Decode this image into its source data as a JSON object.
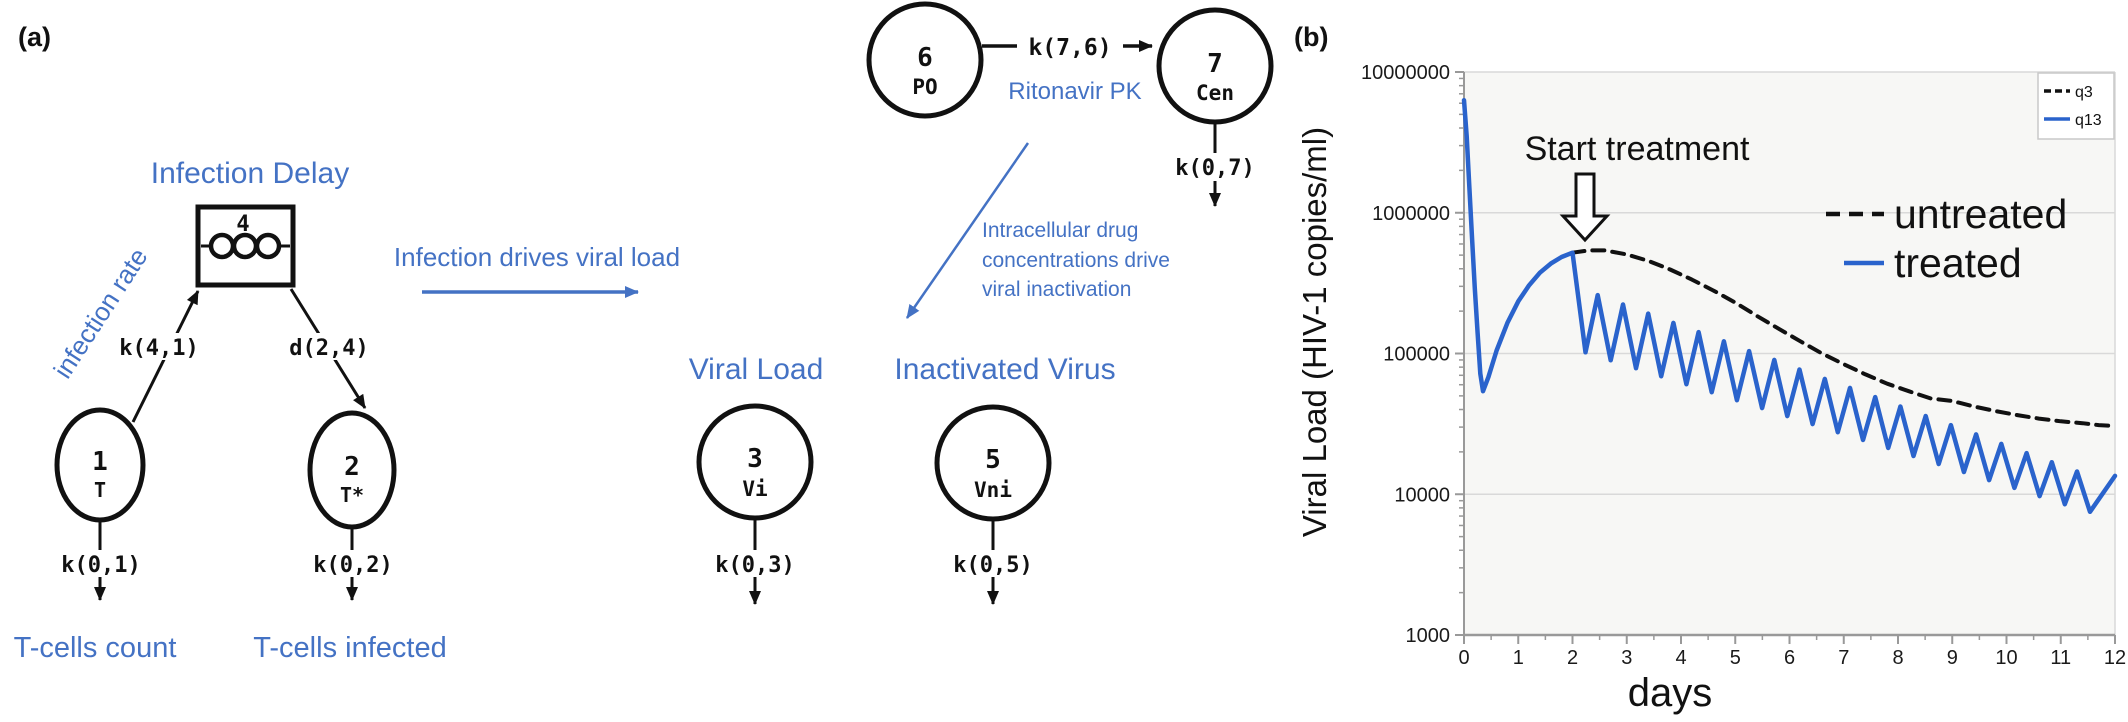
{
  "panel_a": {
    "label": "(a)",
    "titles": {
      "infection_delay": "Infection Delay",
      "viral_load": "Viral Load",
      "inactivated_virus": "Inactivated Virus",
      "t_cells_count": "T-cells count",
      "t_cells_infected": "T-cells infected"
    },
    "annotations": {
      "infection_rate": "infection rate",
      "infection_drives": "Infection drives viral load",
      "ritonavir_pk": "Ritonavir PK",
      "intracellular_line1": "Intracellular drug",
      "intracellular_line2": "concentrations drive",
      "intracellular_line3": "viral inactivation"
    },
    "nodes": {
      "n1": {
        "num": "1",
        "sub": "T"
      },
      "n2": {
        "num": "2",
        "sub": "T*"
      },
      "n3": {
        "num": "3",
        "sub": "Vi"
      },
      "n5": {
        "num": "5",
        "sub": "Vni"
      },
      "n6": {
        "num": "6",
        "sub": "PO"
      },
      "n7": {
        "num": "7",
        "sub": "Cen"
      },
      "delay_box": {
        "num": "4"
      }
    },
    "rates": {
      "k41": "k(4,1)",
      "d24": "d(2,4)",
      "k01": "k(0,1)",
      "k02": "k(0,2)",
      "k03": "k(0,3)",
      "k05": "k(0,5)",
      "k76": "k(7,6)",
      "k07": "k(0,7)"
    },
    "colors": {
      "accent": "#4472C4",
      "ink": "#111111"
    }
  },
  "panel_b": {
    "label": "(b)"
  },
  "chart_data": {
    "type": "line",
    "title": "",
    "xlabel": "days",
    "ylabel": "Viral Load (HIV-1 copies/ml)",
    "x_range": [
      0,
      12
    ],
    "y_scale": "log10",
    "y_range": [
      1000,
      10000000
    ],
    "x_ticks": [
      0,
      1,
      2,
      3,
      4,
      5,
      6,
      7,
      8,
      9,
      10,
      11,
      12
    ],
    "x_minor_step": 0.5,
    "y_ticks": [
      10000000,
      1000000,
      100000,
      10000,
      1000
    ],
    "grid": "horizontal-decades",
    "colors": {
      "treated": "#2a63cc",
      "untreated": "#111111",
      "grid": "#d9d9d9",
      "axis": "#999999",
      "plot_bg": "#f7f7f5"
    },
    "legend": {
      "position": "top-right",
      "entries": [
        {
          "label": "q3",
          "style": "dashed",
          "color": "#111111"
        },
        {
          "label": "q13",
          "style": "solid",
          "color": "#2a63cc"
        }
      ]
    },
    "annotations": {
      "start_treatment": "Start treatment",
      "untreated_label": "untreated",
      "treated_label": "treated"
    },
    "series": [
      {
        "name": "q3",
        "label": "untreated",
        "style": "dashed",
        "color": "#111111",
        "points": [
          [
            2.0,
            520000
          ],
          [
            2.3,
            540000
          ],
          [
            2.6,
            540000
          ],
          [
            3.0,
            505000
          ],
          [
            3.4,
            455000
          ],
          [
            3.8,
            395000
          ],
          [
            4.2,
            335000
          ],
          [
            4.6,
            280000
          ],
          [
            5.0,
            230000
          ],
          [
            5.4,
            185000
          ],
          [
            5.8,
            150000
          ],
          [
            6.2,
            122000
          ],
          [
            6.6,
            100000
          ],
          [
            7.0,
            84000
          ],
          [
            7.4,
            71000
          ],
          [
            7.8,
            61000
          ],
          [
            8.2,
            54000
          ],
          [
            8.6,
            48000
          ],
          [
            9.0,
            46000
          ],
          [
            9.4,
            42000
          ],
          [
            9.8,
            39000
          ],
          [
            10.2,
            36500
          ],
          [
            10.6,
            34500
          ],
          [
            11.0,
            33000
          ],
          [
            11.4,
            32000
          ],
          [
            11.7,
            31000
          ],
          [
            12.0,
            30500
          ]
        ]
      },
      {
        "name": "q13",
        "label": "treated",
        "style": "solid",
        "color": "#2a63cc",
        "points": [
          [
            0,
            6300000
          ],
          [
            0.05,
            3500000
          ],
          [
            0.1,
            1500000
          ],
          [
            0.15,
            650000
          ],
          [
            0.2,
            290000
          ],
          [
            0.25,
            140000
          ],
          [
            0.3,
            72000
          ],
          [
            0.35,
            54000
          ],
          [
            0.45,
            68000
          ],
          [
            0.6,
            105000
          ],
          [
            0.8,
            165000
          ],
          [
            1.0,
            235000
          ],
          [
            1.2,
            305000
          ],
          [
            1.4,
            375000
          ],
          [
            1.6,
            435000
          ],
          [
            1.8,
            485000
          ],
          [
            2.0,
            520000
          ],
          [
            2.24,
            102000
          ],
          [
            2.465,
            260000
          ],
          [
            2.705,
            89500
          ],
          [
            2.93,
            223000
          ],
          [
            3.17,
            78600
          ],
          [
            3.395,
            192000
          ],
          [
            3.635,
            68900
          ],
          [
            3.86,
            165000
          ],
          [
            4.1,
            60500
          ],
          [
            4.325,
            142000
          ],
          [
            4.565,
            53100
          ],
          [
            4.79,
            122000
          ],
          [
            5.03,
            46600
          ],
          [
            5.255,
            104000
          ],
          [
            5.495,
            40900
          ],
          [
            5.72,
            90000
          ],
          [
            5.96,
            35900
          ],
          [
            6.185,
            77000
          ],
          [
            6.425,
            31500
          ],
          [
            6.65,
            66000
          ],
          [
            6.89,
            27600
          ],
          [
            7.115,
            57000
          ],
          [
            7.355,
            24300
          ],
          [
            7.58,
            49000
          ],
          [
            7.82,
            21300
          ],
          [
            8.045,
            42000
          ],
          [
            8.285,
            18700
          ],
          [
            8.51,
            36000
          ],
          [
            8.75,
            16400
          ],
          [
            8.975,
            31000
          ],
          [
            9.215,
            14400
          ],
          [
            9.44,
            26600
          ],
          [
            9.68,
            12600
          ],
          [
            9.905,
            22800
          ],
          [
            10.145,
            11100
          ],
          [
            10.37,
            19600
          ],
          [
            10.61,
            9700
          ],
          [
            10.835,
            16900
          ],
          [
            11.075,
            8500
          ],
          [
            11.3,
            14500
          ],
          [
            11.54,
            7500
          ],
          [
            12.0,
            13500
          ]
        ]
      }
    ]
  }
}
